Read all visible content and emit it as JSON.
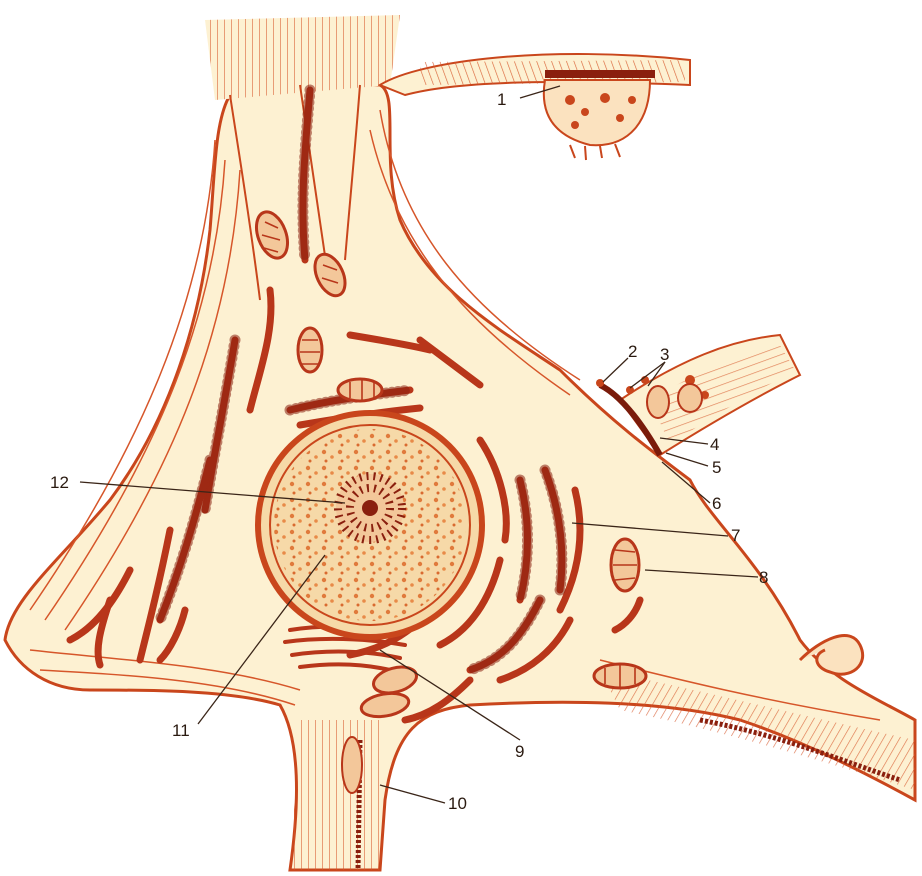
{
  "diagram": {
    "colors": {
      "cytoplasm": "#fdf1d2",
      "outline": "#c9461c",
      "er": "#b8361a",
      "ribosome": "#8a1f0e",
      "mito_fill": "#f3c79a",
      "nucleus_fill": "#f6d9a8",
      "label": "#2a1a10"
    },
    "labels": [
      {
        "id": "1",
        "text": "1"
      },
      {
        "id": "2",
        "text": "2"
      },
      {
        "id": "3",
        "text": "3"
      },
      {
        "id": "4",
        "text": "4"
      },
      {
        "id": "5",
        "text": "5"
      },
      {
        "id": "6",
        "text": "6"
      },
      {
        "id": "7",
        "text": "7"
      },
      {
        "id": "8",
        "text": "8"
      },
      {
        "id": "9",
        "text": "9"
      },
      {
        "id": "10",
        "text": "10"
      },
      {
        "id": "11",
        "text": "11"
      },
      {
        "id": "12",
        "text": "12"
      }
    ]
  }
}
